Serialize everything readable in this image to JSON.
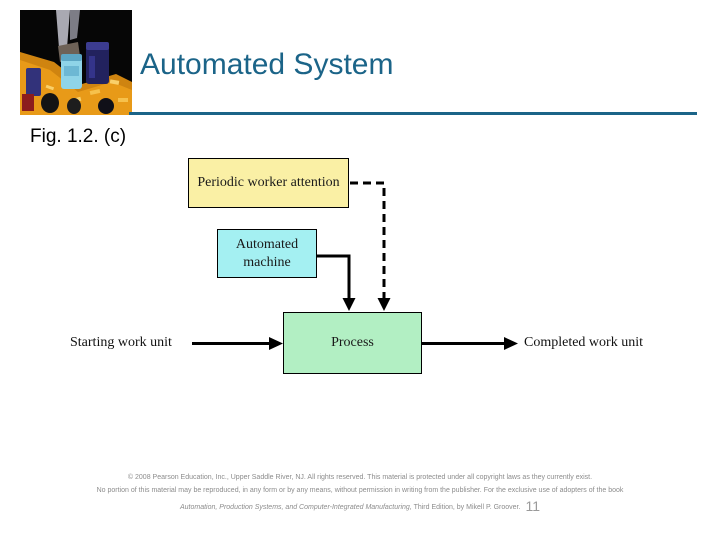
{
  "header": {
    "title": "Automated System",
    "photo_alt": "circuit-board-photo"
  },
  "figure": {
    "label": "Fig. 1.2. (c)"
  },
  "diagram": {
    "boxes": {
      "periodic": {
        "label": "Periodic worker attention",
        "color": "#faf0a5"
      },
      "machine": {
        "label": "Automated machine",
        "color": "#a4f0f2"
      },
      "process": {
        "label": "Process",
        "color": "#b2efc3"
      }
    },
    "flow_labels": {
      "input": "Starting work unit",
      "output": "Completed work unit"
    },
    "connectors": {
      "periodic_to_process": "dashed",
      "machine_to_process": "solid"
    }
  },
  "footer": {
    "line1": "© 2008 Pearson Education, Inc., Upper Saddle River, NJ.  All rights reserved.  This material is protected under all copyright laws as they currently exist.",
    "line2": "No portion of this material may be reproduced, in any form or by any means, without permission in writing from the publisher.  For the exclusive use of adopters of the book",
    "book_title": "Automation, Production Systems, and Computer-Integrated Manufacturing,",
    "book_edition": " Third Edition, by Mikell P. Groover.",
    "page_number": "11"
  },
  "colors": {
    "accent": "#1b6488",
    "footer_text": "#8c8c8c",
    "line_color": "#000000"
  }
}
